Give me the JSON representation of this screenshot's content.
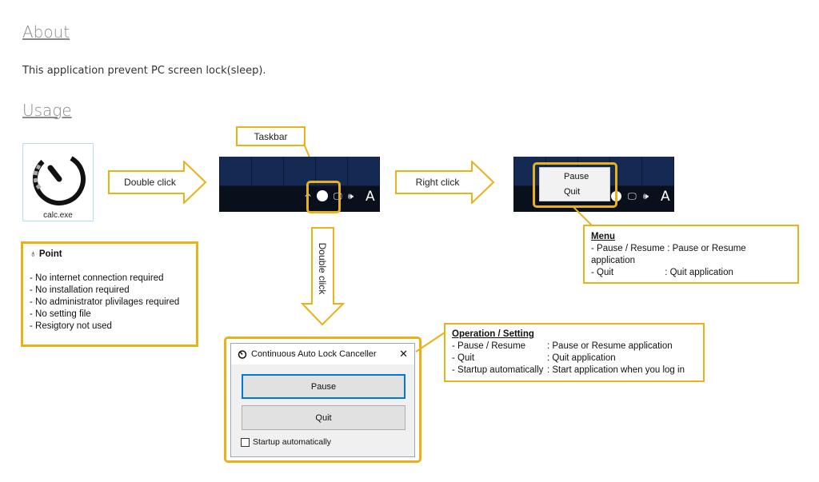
{
  "about": {
    "heading": "About",
    "description": "This application prevent PC screen lock(sleep)."
  },
  "usage": {
    "heading": "Usage"
  },
  "app_icon": {
    "label": "calc.exe",
    "icon": "timer-icon"
  },
  "arrows": {
    "double_click_right": "Double click",
    "right_click": "Right click",
    "double_click_down": "Double click"
  },
  "taskbar_callout": {
    "label": "Taskbar"
  },
  "taskbar": {
    "tray_letter": "A"
  },
  "context_menu": {
    "items": [
      "Pause",
      "Quit"
    ]
  },
  "menu_note": {
    "title": "Menu",
    "lines": [
      {
        "key": "- Pause / Resume",
        "sep": " : ",
        "value": "Pause or Resume application"
      },
      {
        "key": "- Quit",
        "sep": " : ",
        "value": "Quit application"
      }
    ]
  },
  "point_note": {
    "title": "Point",
    "icon": "lightbulb-icon",
    "lines": [
      "- No internet connection required",
      "- No installation required",
      "- No administrator plivilages required",
      "- No setting file",
      "- Resigtory not used"
    ]
  },
  "operation_note": {
    "title": "Operation / Setting",
    "lines": [
      {
        "key": "- Pause / Resume",
        "value": ": Pause or Resume application"
      },
      {
        "key": "- Quit",
        "value": ": Quit application"
      },
      {
        "key": "- Startup automatically",
        "value": ": Start application when you log in"
      }
    ]
  },
  "dialog": {
    "title": "Continuous Auto Lock Canceller",
    "close_glyph": "✕",
    "pause_label": "Pause",
    "quit_label": "Quit",
    "startup_label": "Startup automatically",
    "startup_checked": false
  },
  "colors": {
    "accent_yellow": "#e9b21a",
    "taskbar_dark": "#0a0f1c",
    "dialog_primary": "#0078d7"
  }
}
